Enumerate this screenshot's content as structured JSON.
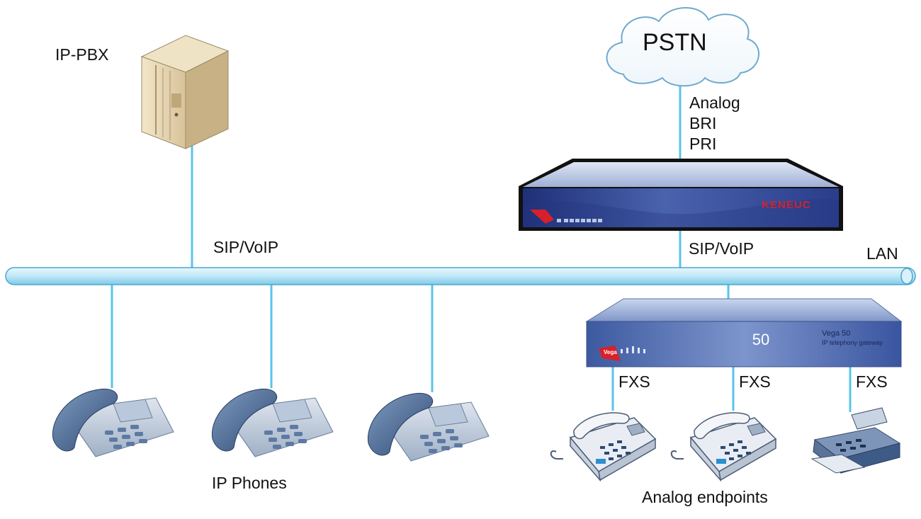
{
  "labels": {
    "ip_pbx": "IP-PBX",
    "pstn": "PSTN",
    "pstn_link_types": [
      "Analog",
      "BRI",
      "PRI"
    ],
    "sip_voip_left": "SIP/VoIP",
    "sip_voip_right": "SIP/VoIP",
    "lan": "LAN",
    "fxs": [
      "FXS",
      "FXS",
      "FXS"
    ],
    "ip_phones": "IP Phones",
    "analog_endpoints": "Analog endpoints"
  },
  "devices": {
    "pstn_gateway": {
      "brand": "KENEUC",
      "logo": "vega"
    },
    "vega_gateway": {
      "model_number": "50",
      "title": "Vega 50",
      "subtitle": "IP telephony gateway",
      "logo": "Vega"
    }
  },
  "colors": {
    "link": "#5bc3ea",
    "lan_bus": "#bfe8f7",
    "lan_bus_edge": "#4aa7cf",
    "gateway_blue": "#2c3f8a",
    "phone_blue": "#4f6f9a",
    "brand_red": "#d8202a"
  }
}
